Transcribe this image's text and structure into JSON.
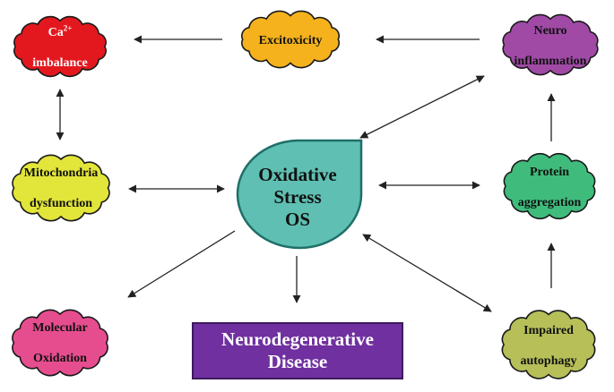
{
  "center": {
    "lines": [
      "Oxidative",
      "Stress",
      "OS"
    ],
    "fill": "#5fbfb3",
    "stroke": "#1f6f68"
  },
  "outcome": {
    "lines": [
      "Neurodegenerative",
      "Disease"
    ],
    "fill": "#7030a0"
  },
  "nodes": {
    "ca": {
      "line1_main": "Ca",
      "line1_sup": "2+",
      "line2": "imbalance",
      "fill": "#e3181f",
      "text_color": "#ffffff"
    },
    "excitoxicity": {
      "lines": [
        "Excitoxicity"
      ],
      "fill": "#f5b21c",
      "text_color": "#111111"
    },
    "neuroinflammation": {
      "lines": [
        "Neuro",
        "inflammation"
      ],
      "fill": "#a04aa6",
      "text_color": "#111111"
    },
    "mitochondria": {
      "lines": [
        "Mitochondria",
        "dysfunction"
      ],
      "fill": "#e2e53a",
      "text_color": "#111111"
    },
    "protein": {
      "lines": [
        "Protein",
        "aggregation"
      ],
      "fill": "#3fbc7c",
      "text_color": "#111111"
    },
    "molecular": {
      "lines": [
        "Molecular",
        "Oxidation"
      ],
      "fill": "#e64d8f",
      "text_color": "#111111"
    },
    "autophagy": {
      "lines": [
        "Impaired",
        "autophagy"
      ],
      "fill": "#b6bf58",
      "text_color": "#111111"
    }
  },
  "edges": [
    {
      "from": "excitoxicity",
      "to": "ca",
      "direction": "forward"
    },
    {
      "from": "neuroinflammation",
      "to": "excitoxicity",
      "direction": "forward"
    },
    {
      "from": "ca",
      "to": "mitochondria",
      "direction": "both"
    },
    {
      "from": "center",
      "to": "neuroinflammation",
      "direction": "both"
    },
    {
      "from": "center",
      "to": "mitochondria",
      "direction": "both"
    },
    {
      "from": "center",
      "to": "protein",
      "direction": "both"
    },
    {
      "from": "protein",
      "to": "neuroinflammation",
      "direction": "forward"
    },
    {
      "from": "autophagy",
      "to": "protein",
      "direction": "forward"
    },
    {
      "from": "center",
      "to": "autophagy",
      "direction": "both"
    },
    {
      "from": "center",
      "to": "molecular",
      "direction": "forward"
    },
    {
      "from": "center",
      "to": "outcome",
      "direction": "forward"
    }
  ]
}
